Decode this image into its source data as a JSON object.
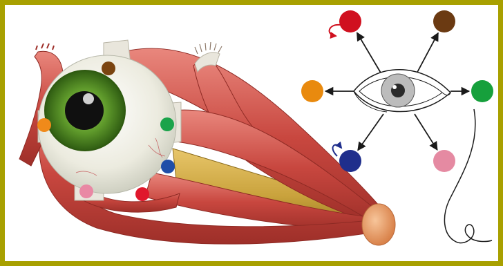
{
  "colors": {
    "frame": "#a8a000",
    "muscle": "#c8473f",
    "muscle_dark": "#9e2f29",
    "muscle_light": "#e9877d",
    "tendon": "#e9e6dc",
    "nerve": "#c9a23c",
    "iris": "#5f9a2b",
    "sclera": "#f1f0e6",
    "arrow": "#1a1a1a"
  },
  "markers": [
    {
      "id": "brown",
      "color": "#7a4410",
      "muscle": "superior-oblique"
    },
    {
      "id": "green",
      "color": "#1aa34a",
      "muscle": "medial-rectus"
    },
    {
      "id": "blue",
      "color": "#1f4ea8",
      "muscle": "inferior-rectus"
    },
    {
      "id": "red",
      "color": "#e0182c",
      "muscle": "superior-rectus"
    },
    {
      "id": "pink",
      "color": "#e988a4",
      "muscle": "inferior-oblique"
    },
    {
      "id": "orange",
      "color": "#f08a1a",
      "muscle": "lateral-rectus"
    }
  ],
  "gaze_targets": [
    {
      "id": "red",
      "color": "#d0101f",
      "rotation": "counterclockwise"
    },
    {
      "id": "brown",
      "color": "#6b3a12",
      "rotation": ""
    },
    {
      "id": "orange",
      "color": "#e98a0e",
      "rotation": ""
    },
    {
      "id": "green",
      "color": "#16a03c",
      "rotation": ""
    },
    {
      "id": "navy",
      "color": "#1f2e8c",
      "rotation": "clockwise"
    },
    {
      "id": "pink",
      "color": "#e58aa2",
      "rotation": ""
    }
  ]
}
